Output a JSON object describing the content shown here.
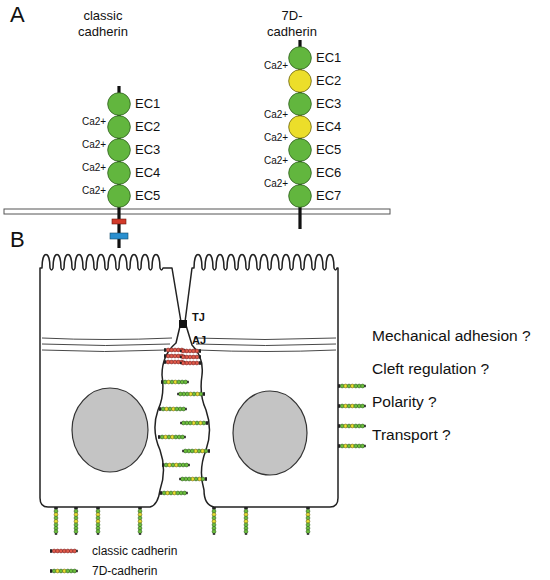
{
  "diagram": {
    "labels": [
      "A",
      "classic cadherin",
      "7D-cadherin",
      "Ca2+",
      "Ca2+",
      "Ca2+",
      "Ca2+",
      "EC1",
      "EC2",
      "EC3",
      "EC4",
      "EC5",
      "Ca2+",
      "Ca2+",
      "Ca2+",
      "Ca2+",
      "Ca2+",
      "EC1",
      "EC2",
      "EC3",
      "EC4",
      "EC5",
      "EC6",
      "EC7",
      "B",
      "TJ",
      "AJ",
      "Mechanical adhesion ?",
      "Cleft regulation ?",
      "Polarity ?",
      "Transport ?"
    ],
    "legend": [
      {
        "text": "classic cadherin"
      },
      {
        "text": "7D-cadherin"
      }
    ]
  }
}
